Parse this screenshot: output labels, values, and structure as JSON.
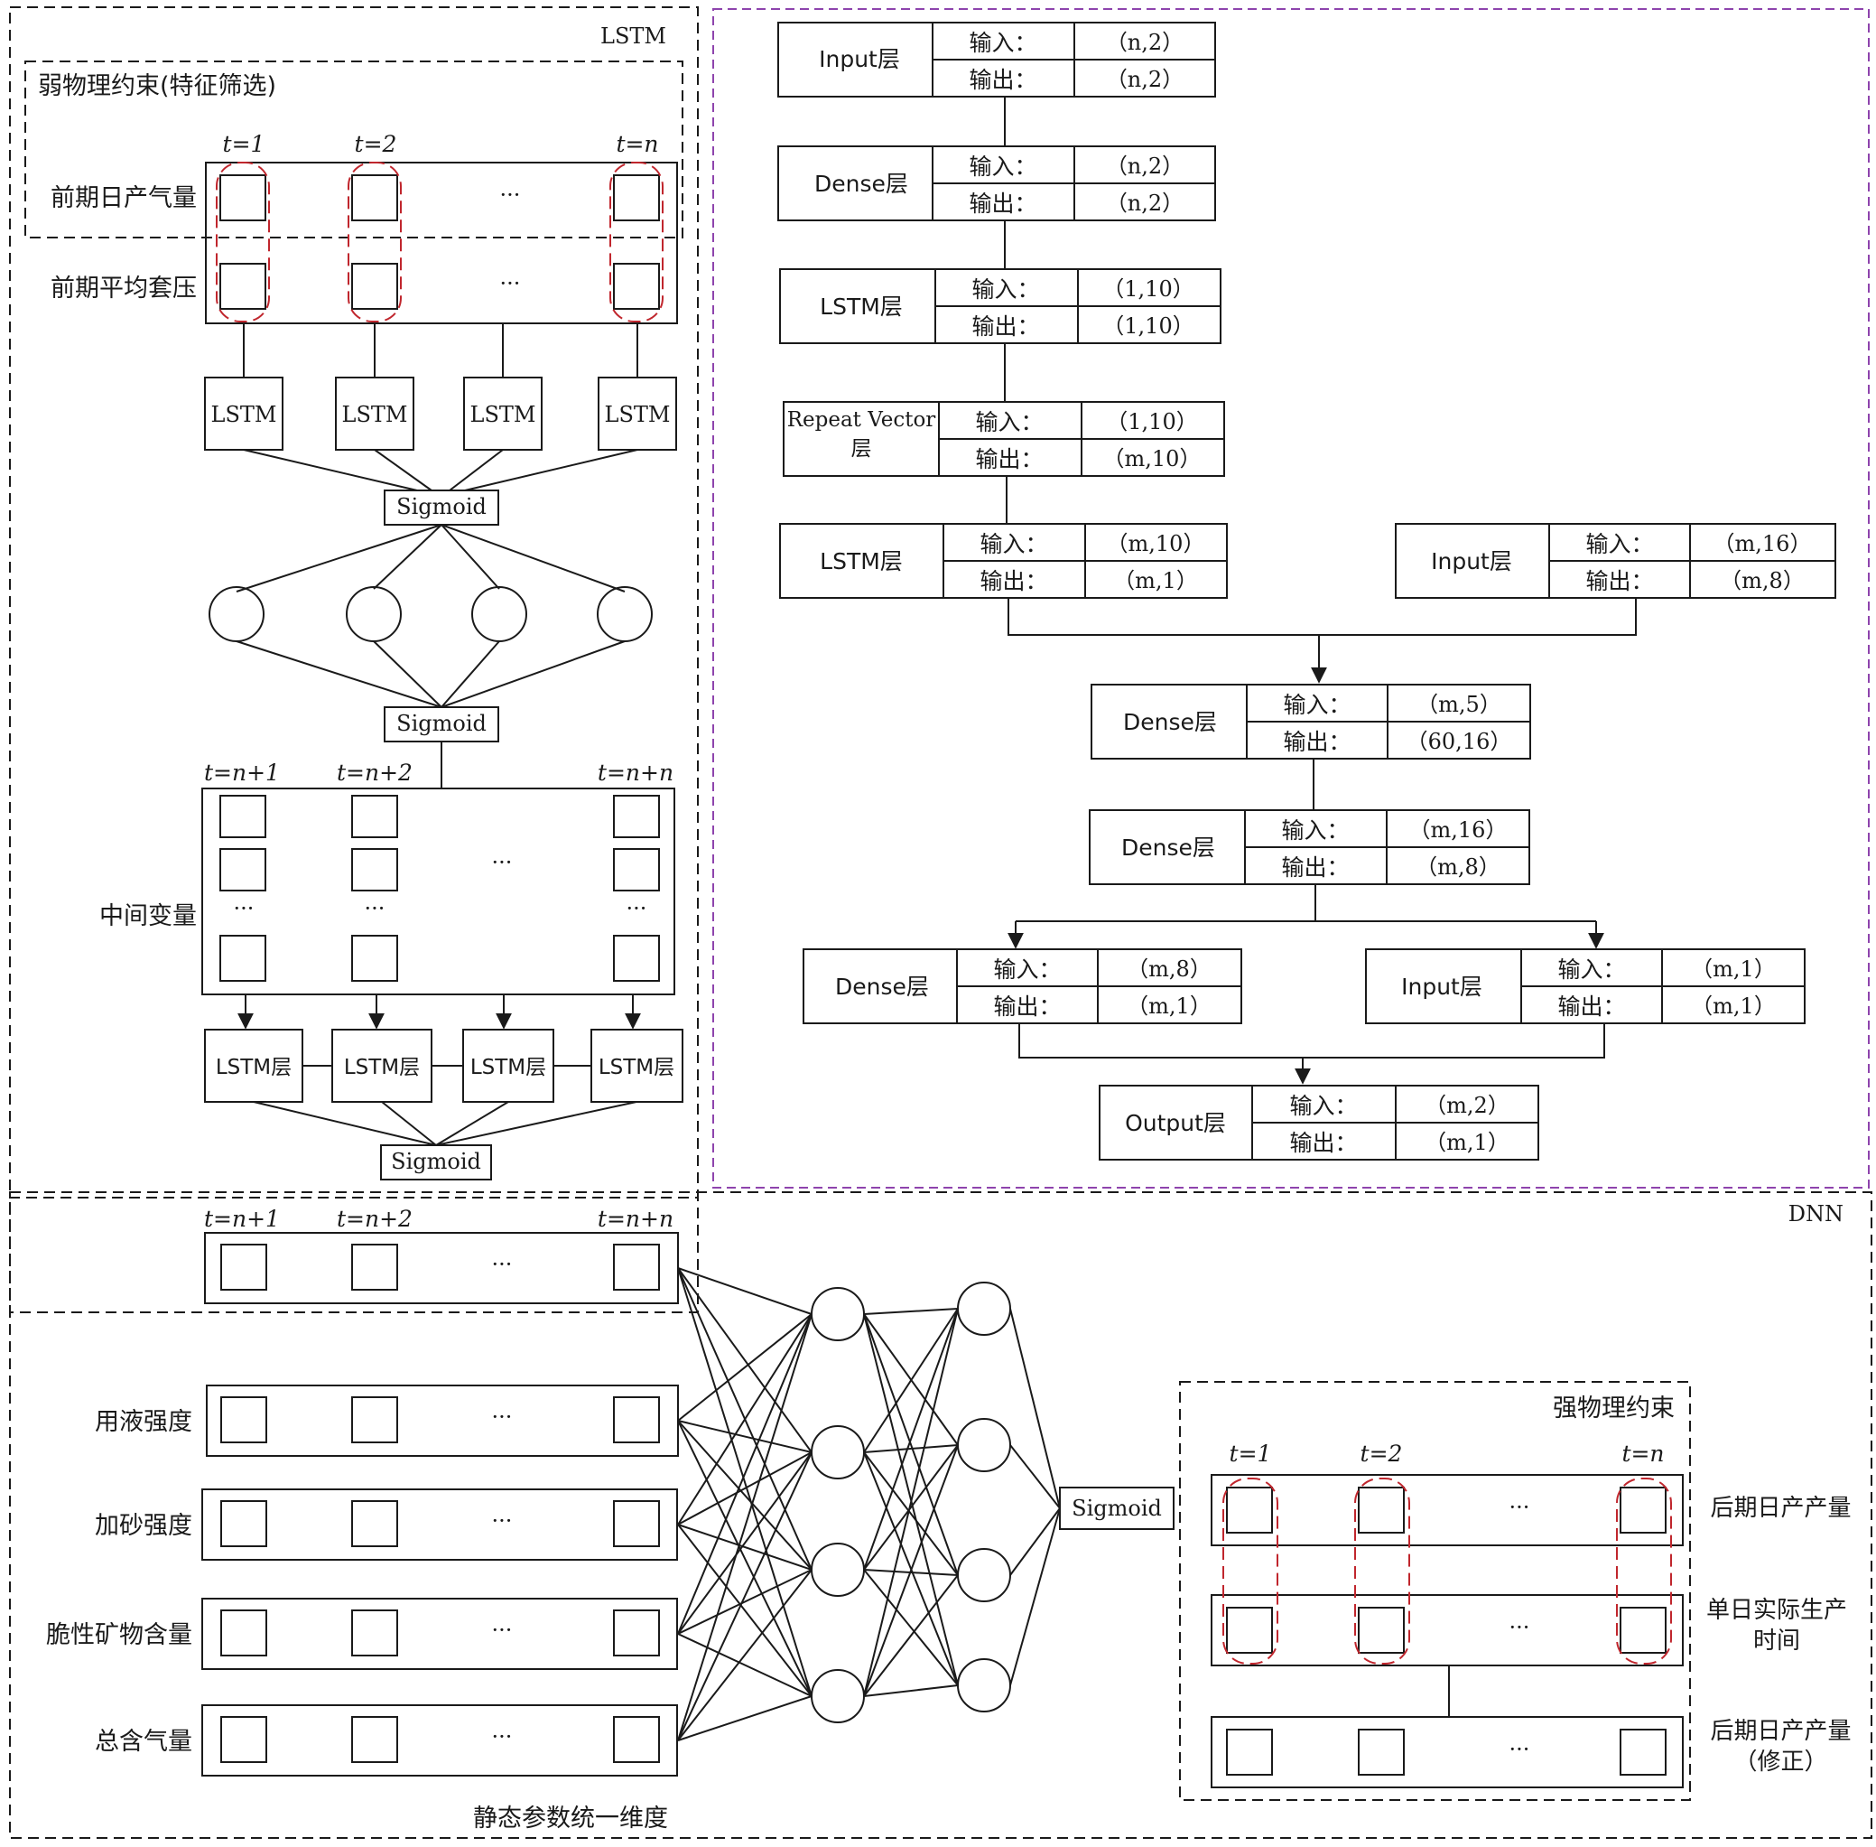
{
  "lstm_panel": {
    "title": "LSTM",
    "weak_constraint_title": "弱物理约束(特征筛选)",
    "time_labels": [
      "t=1",
      "t=2",
      "t=n"
    ],
    "row_labels": [
      "前期日产气量",
      "前期平均套压"
    ],
    "lstm_unit_label": "LSTM",
    "sigmoid_label": "Sigmoid",
    "future_time_labels": [
      "t=n+1",
      "t=n+2",
      "t=n+n"
    ],
    "intermediate_label": "中间变量",
    "lstm_layer_label": "LSTM层",
    "ellipsis": "···"
  },
  "network": {
    "in_label": "输入：",
    "out_label": "输出：",
    "layers": [
      {
        "name": "Input层",
        "input": "（n,2）",
        "output": "（n,2）"
      },
      {
        "name": "Dense层",
        "input": "（n,2）",
        "output": "（n,2）"
      },
      {
        "name": "LSTM层",
        "input": "（1,10）",
        "output": "（1,10）"
      },
      {
        "name": "Repeat Vector 层",
        "input": "（1,10）",
        "output": "（m,10）"
      },
      {
        "name": "LSTM层",
        "input": "（m,10）",
        "output": "（m,1）"
      },
      {
        "name": "Input层",
        "input": "（m,16）",
        "output": "（m,8）"
      },
      {
        "name": "Dense层",
        "input": "（m,5）",
        "output": "（60,16）"
      },
      {
        "name": "Dense层",
        "input": "（m,16）",
        "output": "（m,8）"
      },
      {
        "name": "Dense层",
        "input": "（m,8）",
        "output": "（m,1）"
      },
      {
        "name": "Input层",
        "input": "（m,1）",
        "output": "（m,1）"
      },
      {
        "name": "Output层",
        "input": "（m,2）",
        "output": "（m,1）"
      }
    ]
  },
  "dnn_panel": {
    "title": "DNN",
    "future_time_labels": [
      "t=n+1",
      "t=n+2",
      "t=n+n"
    ],
    "static_rows": [
      "用液强度",
      "加砂强度",
      "脆性矿物含量",
      "总含气量"
    ],
    "static_caption": "静态参数统一维度",
    "sigmoid_label": "Sigmoid",
    "strong_constraint_title": "强物理约束",
    "time_labels": [
      "t=1",
      "t=2",
      "t=n"
    ],
    "right_labels": [
      "后期日产产量",
      "单日实际生产时间",
      "后期日产产量（修正）"
    ],
    "ellipsis": "···"
  },
  "colors": {
    "line": "#1a1a1a",
    "red_dash": "#c0262d",
    "purple_dash": "#8e44ad"
  }
}
